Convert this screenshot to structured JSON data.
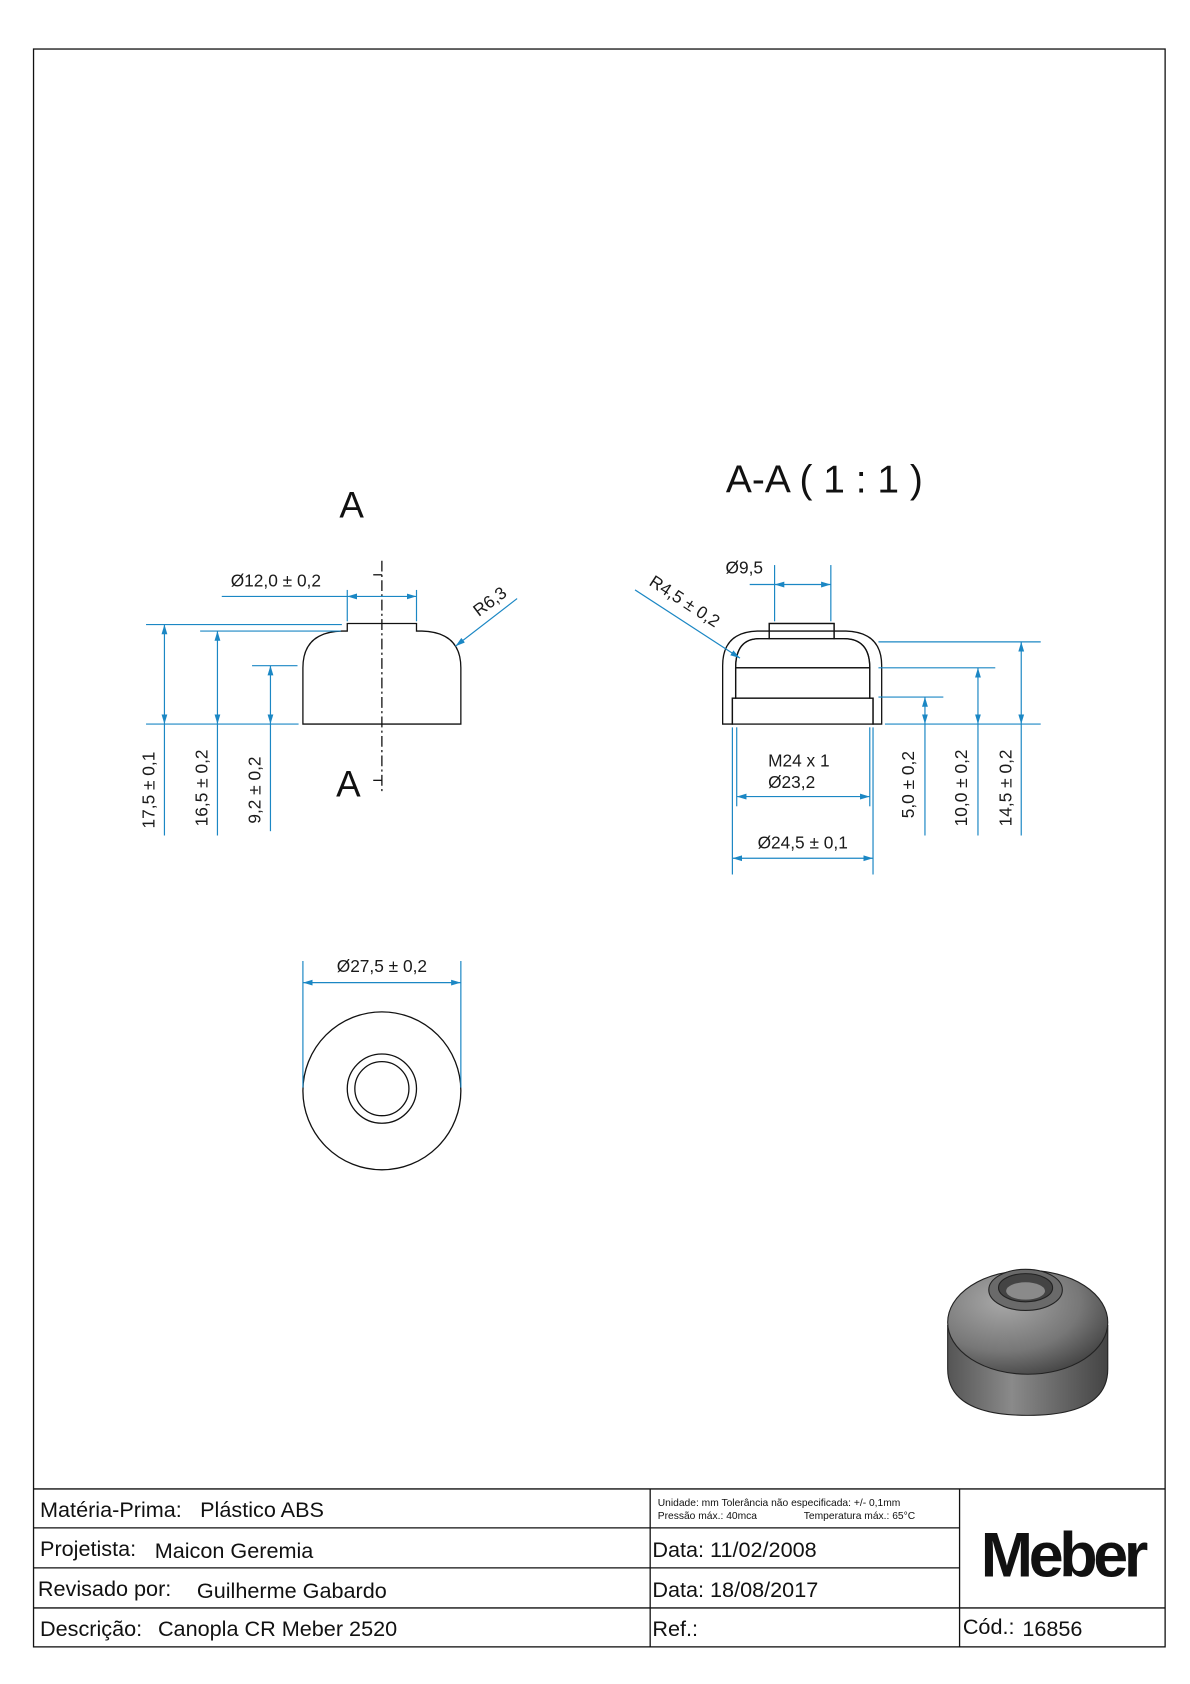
{
  "colors": {
    "dimension": "#1b87c4",
    "hatch": "#3a9a3a",
    "line": "#111111"
  },
  "front_view": {
    "section_label_top": "A",
    "section_label_bottom": "A",
    "dim_top_diameter": "Ø12,0 ± 0,2",
    "dim_radius": "R6,3",
    "dim_height_total": "17,5 ± 0,1",
    "dim_height_body": "16,5 ± 0,2",
    "dim_height_wall": "9,2 ± 0,2"
  },
  "section_view": {
    "title": "A-A  ( 1 : 1 )",
    "dim_hole": "Ø9,5",
    "dim_radius": "R4,5 ± 0,2",
    "thread_label": "M24 x 1",
    "thread_diameter": "Ø23,2",
    "dim_outer_diameter": "Ø24,5 ± 0,1",
    "dim_h1": "5,0 ± 0,2",
    "dim_h2": "10,0 ± 0,2",
    "dim_h3": "14,5 ± 0,2"
  },
  "top_view": {
    "dim_diameter": "Ø27,5 ± 0,2"
  },
  "title_block": {
    "materia_label": "Matéria-Prima:",
    "materia_value": "Plástico ABS",
    "notes_line1": "Unidade: mm Tolerância não especificada: +/- 0,1mm",
    "notes_line2_a": "Pressão máx.: 40mca",
    "notes_line2_b": "Temperatura máx.: 65°C",
    "projetista_label": "Projetista:",
    "projetista_value": "Maicon Geremia",
    "data1": "Data: 11/02/2008",
    "revisado_label": "Revisado por:",
    "revisado_value": "Guilherme Gabardo",
    "data2": "Data: 18/08/2017",
    "descricao_label": "Descrição:",
    "descricao_value": "Canopla  CR Meber 2520",
    "ref_label": "Ref.:",
    "cod_label": "Cód.:",
    "cod_value": "16856",
    "logo": "Meber"
  }
}
